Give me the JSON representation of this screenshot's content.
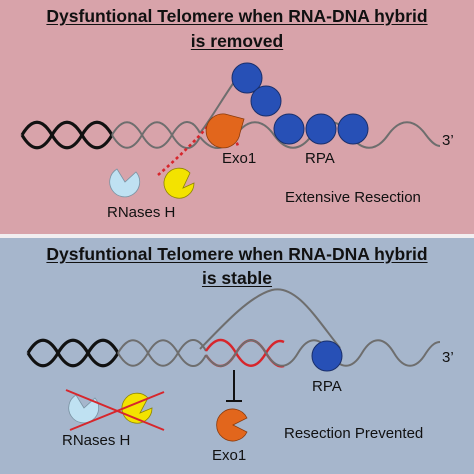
{
  "colors": {
    "top_panel": "#d8a3aa",
    "bottom_panel": "#a6b6cc",
    "divider": "#f2eef0",
    "strand_black": "#111111",
    "strand_gray": "#6e6e6e",
    "rna_red": "#d7262c",
    "rpa_blue": "#2750b6",
    "exo1_orange": "#e2661c",
    "rnase_light_blue": "#bfe1f2",
    "rnase_yellow": "#f3e300"
  },
  "top": {
    "title_line1": "Dysfuntional Telomere when RNA-DNA hybrid",
    "title_line2": "is removed",
    "exo1": "Exo1",
    "rpa": "RPA",
    "three_prime": "3’",
    "rnases": "RNases H",
    "outcome": "Extensive Resection"
  },
  "bottom": {
    "title_line1": "Dysfuntional Telomere when RNA-DNA hybrid",
    "title_line2": "is stable",
    "rpa": "RPA",
    "three_prime": "3’",
    "rnases": "RNases H",
    "exo1": "Exo1",
    "outcome": "Resection Prevented"
  },
  "icons": [
    "rpa-protein-icon",
    "exo1-protein-icon",
    "rnase-h-light-icon",
    "rnase-h-yellow-icon",
    "inhibition-arrow-icon",
    "cross-out-icon"
  ]
}
